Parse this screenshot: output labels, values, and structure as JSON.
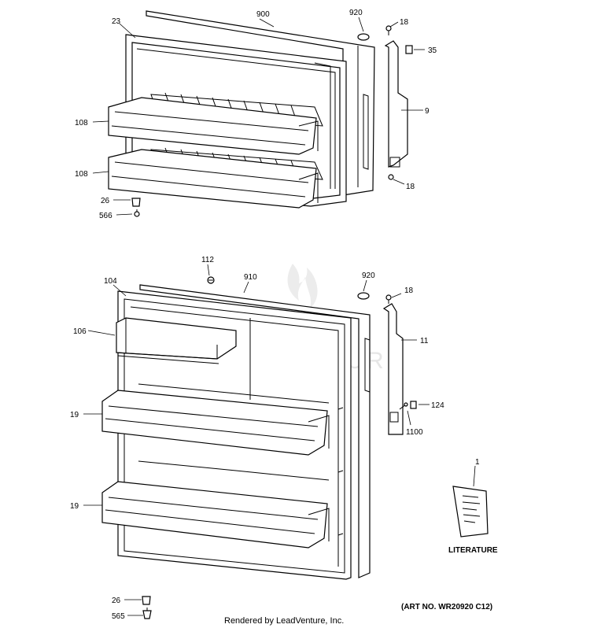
{
  "callouts": {
    "upper_door": {
      "c23": "23",
      "c900": "900",
      "c920": "920",
      "c18a": "18",
      "c35": "35",
      "c9": "9",
      "c108a": "108",
      "c108b": "108",
      "c18b": "18",
      "c26": "26",
      "c566": "566"
    },
    "lower_door": {
      "c112": "112",
      "c910": "910",
      "c920": "920",
      "c104": "104",
      "c18": "18",
      "c106": "106",
      "c11": "11",
      "c19a": "19",
      "c124": "124",
      "c1100": "1100",
      "c19b": "19",
      "c1": "1",
      "c26": "26",
      "c565": "565"
    }
  },
  "literature_label": "LITERATURE",
  "footer": {
    "rendered_by": "Rendered by LeadVenture, Inc.",
    "art_no": "(ART NO. WR20920 C12)"
  },
  "watermark": "LEADVENTURE"
}
